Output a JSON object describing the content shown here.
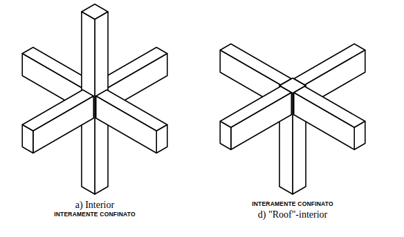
{
  "diagram": {
    "labels": [
      "a) Interior",
      "INTERAMENTE CONFINATO",
      "INTERAMENTE CONFINATO",
      "d) \"Roof\"-interior"
    ]
  }
}
